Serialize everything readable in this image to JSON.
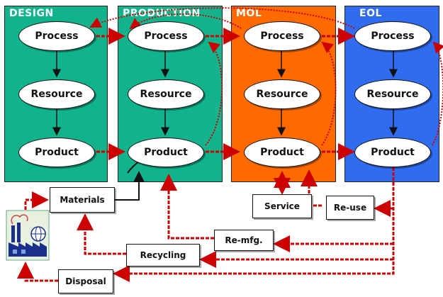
{
  "lanes": [
    {
      "title": "DESIGN",
      "color": "#10b38c"
    },
    {
      "title": "PRODUCTION",
      "color": "#10b38c"
    },
    {
      "title": "MOL",
      "color": "#ff6a00"
    },
    {
      "title": "EOL",
      "color": "#2f6cf0"
    }
  ],
  "nodes": {
    "process": "Process",
    "resource": "Resource",
    "product": "Product"
  },
  "boxes": {
    "materials": "Materials",
    "service": "Service",
    "reuse": "Re-use",
    "remfg": "Re-mfg.",
    "recycling": "Recycling",
    "disposal": "Disposal"
  },
  "icons": {
    "factory": "factory-icon",
    "globe": "globe-icon"
  },
  "colors": {
    "flow": "#cc0000",
    "link": "#111111"
  }
}
